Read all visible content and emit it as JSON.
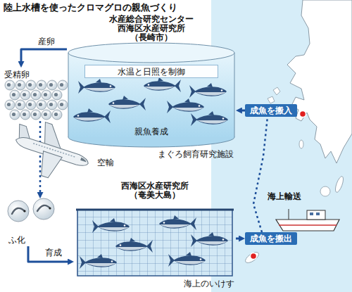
{
  "diagram": {
    "title": "陸上水槽を使ったクロマグロの親魚づくり",
    "nodes": [
      {
        "text": [
          "水産総合研究センター 西海区水産研究所 （長崎市）",
          "親魚養成",
          "まぐろ飼育研究施設"
        ]
      },
      {
        "text": [
          "水温と日照を制御"
        ],
        "in": 0
      },
      {
        "text": [
          "受精卵"
        ]
      },
      {
        "text": [
          "ふ化"
        ]
      },
      {
        "text": [
          "西海区水産研究所 （奄美大島）",
          "海上のいけす"
        ]
      },
      {
        "text": [
          "成魚を搬入"
        ]
      },
      {
        "text": [
          "成魚を搬出"
        ]
      }
    ],
    "edges": [
      {
        "from": 0,
        "to": 2,
        "label": "産卵",
        "arrow": "to"
      },
      {
        "from": 2,
        "to": 3,
        "label": "空輸",
        "arrow": "to"
      },
      {
        "from": 3,
        "to": 4,
        "label": "育成",
        "arrow": "to"
      },
      {
        "from": 4,
        "to": 6,
        "arrow": "to"
      },
      {
        "from": 6,
        "to": 5,
        "arrow": "none"
      },
      {
        "from": 5,
        "to": 0,
        "arrow": "to"
      }
    ],
    "labels": [
      "海上輸送"
    ]
  }
}
